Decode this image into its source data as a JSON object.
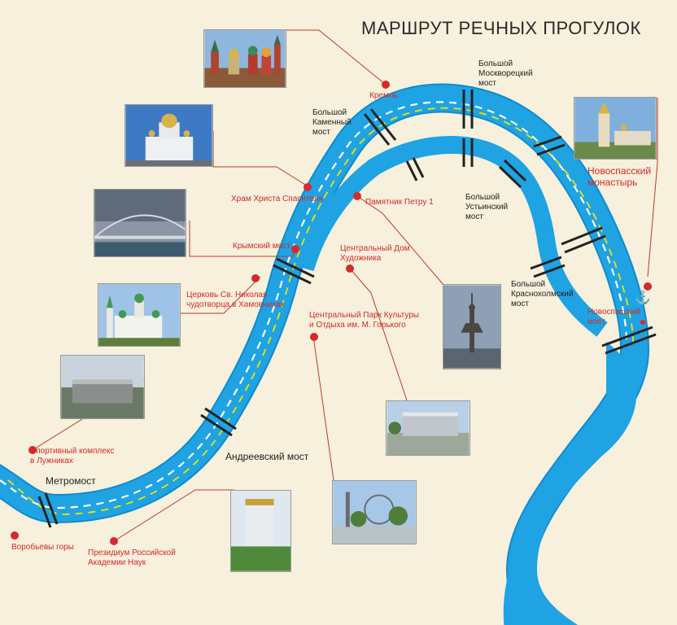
{
  "title": "МАРШРУТ РЕЧНЫХ ПРОГУЛОК",
  "colors": {
    "background": "#f6f0dc",
    "river": "#1fa3e3",
    "river_edge": "#0d8bd0",
    "route_dash": "#ffffff",
    "route_dash_alt": "#f2e200",
    "marker": "#d42a2a",
    "leader": "#c0392b",
    "bridge": "#222222"
  },
  "bridges": {
    "bolshoy_kamenny": "Большой Каменный мост",
    "bolshoy_moskvoretsky": "Большой Москворецкий мост",
    "bolshoy_ustinsky": "Большой Устьинский мост",
    "bolshoy_krasnokholmsky": "Большой Краснохолмский мост",
    "novospassky": "Новоспасский мост",
    "krymsky": "Крымский мост",
    "andreevsky": "Андреевский мост",
    "metromost": "Метромост"
  },
  "bridge_lines": {
    "bolshoy_kamenny": [
      "Большой",
      "Каменный",
      "мост"
    ],
    "bolshoy_moskvoretsky": [
      "Большой",
      "Москворецкий",
      "мост"
    ],
    "bolshoy_ustinsky": [
      "Большой",
      "Устьинский",
      "мост"
    ],
    "bolshoy_krasnokholmsky": [
      "Большой",
      "Краснохолмский",
      "мост"
    ],
    "novospassky": [
      "Новоспасский",
      "мост"
    ]
  },
  "landmarks": {
    "kreml": "Кремль",
    "khram": "Храм Христа Спасителя",
    "pamyatnik": "Памятник Петру 1",
    "krymsky_most": "Крымский мост",
    "cdkh": [
      "Центральный Дом",
      "Художника"
    ],
    "tserkov": [
      "Церковь Св. Николая",
      "чудотворца в Хамовниках"
    ],
    "park": [
      "Центральный Парк Культуры",
      "и Отдыха им. М. Горького"
    ],
    "novospassky_monastyr": [
      "Новоспасский",
      "монастырь"
    ],
    "sport": [
      "Спортивный комплекс",
      "в Лужниках"
    ],
    "vorobyovy": "Воробьевы горы",
    "prezidium": [
      "Президиум Российской",
      "Академии Наук"
    ]
  },
  "icons": {
    "pier": "anchor-icon"
  }
}
